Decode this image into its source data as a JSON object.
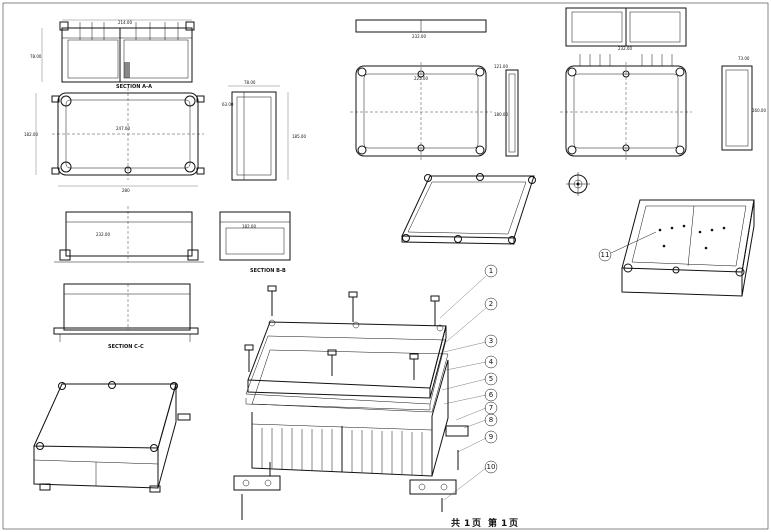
{
  "sections": {
    "a_a": "SECTION A-A",
    "b_b": "SECTION B-B",
    "c_c": "SECTION C-C"
  },
  "dimensions": {
    "top_width": "214.00",
    "top_height": "78.00",
    "front_width": "247.00",
    "front_height": "182.00",
    "front_overall": "280",
    "side_a": "78.00",
    "side_b": "63.00",
    "side_c": "185.00",
    "lid_width": "232.00",
    "lid_inner": "225.00",
    "lid_h1": "121.00",
    "lid_h2": "180.00",
    "base_width": "232.00",
    "base_side": "73.00",
    "base_side2": "160.00",
    "sec_cc_width": "232.00",
    "sec_bb_width": "182.00"
  },
  "part_numbers": [
    "1",
    "2",
    "3",
    "4",
    "5",
    "6",
    "7",
    "8",
    "9",
    "10",
    "11"
  ],
  "footer": {
    "total": "共",
    "total_n": "1",
    "page_unit": "页",
    "page_no": "第",
    "page_n": "1",
    "page_unit2": "页"
  }
}
